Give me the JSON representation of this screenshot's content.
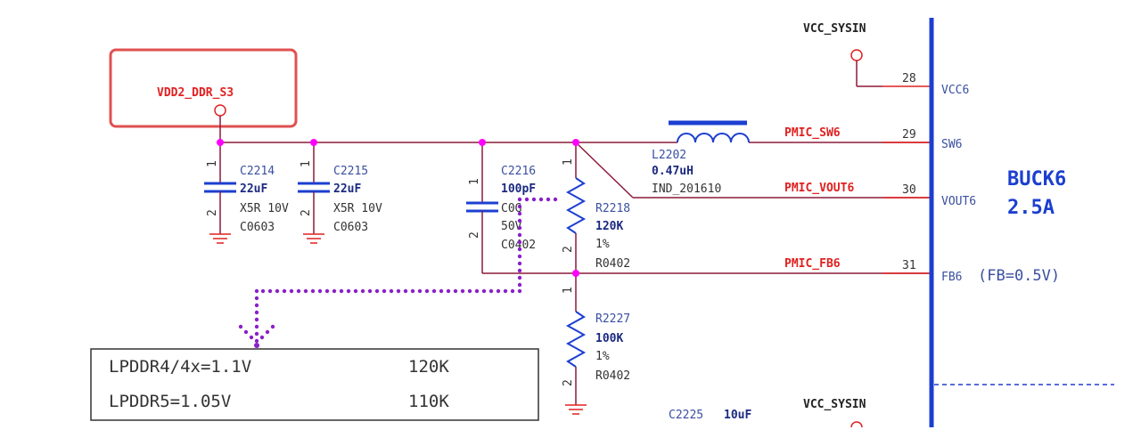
{
  "nets": {
    "vdd2": "VDD2_DDR_S3",
    "vcc_top": "VCC_SYSIN",
    "vcc_bottom": "VCC_SYSIN",
    "sw6": "PMIC_SW6",
    "vout6": "PMIC_VOUT6",
    "fb6": "PMIC_FB6"
  },
  "components": {
    "c2214": {
      "ref": "C2214",
      "value": "22uF",
      "attr1": "X5R 10V",
      "attr2": "C0603",
      "pin1": "1",
      "pin2": "2"
    },
    "c2215": {
      "ref": "C2215",
      "value": "22uF",
      "attr1": "X5R 10V",
      "attr2": "C0603",
      "pin1": "1",
      "pin2": "2"
    },
    "c2216": {
      "ref": "C2216",
      "value": "100pF",
      "attr1": "C0G",
      "attr2": "50V",
      "attr3": "C0402",
      "pin1": "1",
      "pin2": "2"
    },
    "r2218": {
      "ref": "R2218",
      "value": "120K",
      "attr1": "1%",
      "attr2": "R0402",
      "pin1": "1",
      "pin2": "2"
    },
    "r2227": {
      "ref": "R2227",
      "value": "100K",
      "attr1": "1%",
      "attr2": "R0402",
      "pin1": "1",
      "pin2": "2"
    },
    "l2202": {
      "ref": "L2202",
      "value": "0.47uH",
      "attr1": "IND_201610"
    },
    "c2225": {
      "ref": "C2225",
      "value": "10uF"
    }
  },
  "pins": [
    {
      "num": "28",
      "name": "VCC6"
    },
    {
      "num": "29",
      "name": "SW6"
    },
    {
      "num": "30",
      "name": "VOUT6"
    },
    {
      "num": "31",
      "name": "FB6"
    }
  ],
  "fb_note": "(FB=0.5V)",
  "buck": {
    "title": "BUCK6",
    "current": "2.5A"
  },
  "table": [
    {
      "mode": "LPDDR4/4x=1.1V",
      "res": "120K"
    },
    {
      "mode": "LPDDR5=1.05V",
      "res": "110K"
    }
  ],
  "colors": {
    "wire": "#8b1a3a",
    "junction": "#ff00ff",
    "highlight": "#e05050",
    "annotation": "#8a20c8",
    "bus": "#1c3fd0"
  }
}
